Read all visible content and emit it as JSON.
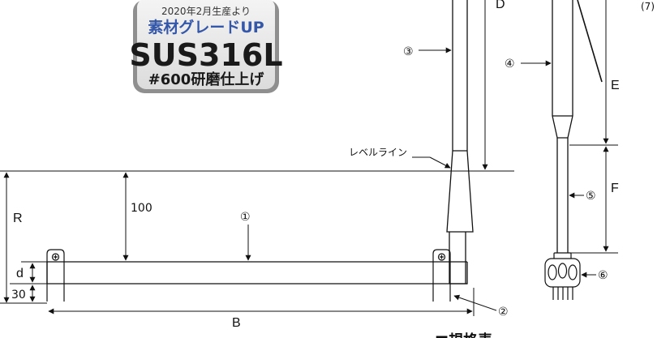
{
  "badge": {
    "line1": "2020年2月生産より",
    "line2": "素材グレードUP",
    "line3": "SUS316L",
    "line4": "#600研磨仕上げ"
  },
  "labels": {
    "D": "D",
    "E": "E",
    "F": "F",
    "R": "R",
    "B": "B",
    "d": "d",
    "thirty": "30",
    "hundred": "100",
    "level_line": "レベルライン",
    "top_right": "(7)",
    "section_title": "■規格表"
  },
  "callouts": {
    "c1": "①",
    "c2": "②",
    "c3": "③",
    "c4": "④",
    "c5": "⑤",
    "c6": "⑥"
  },
  "colors": {
    "badge_text_blue": "#3557a8",
    "line": "#111111"
  }
}
